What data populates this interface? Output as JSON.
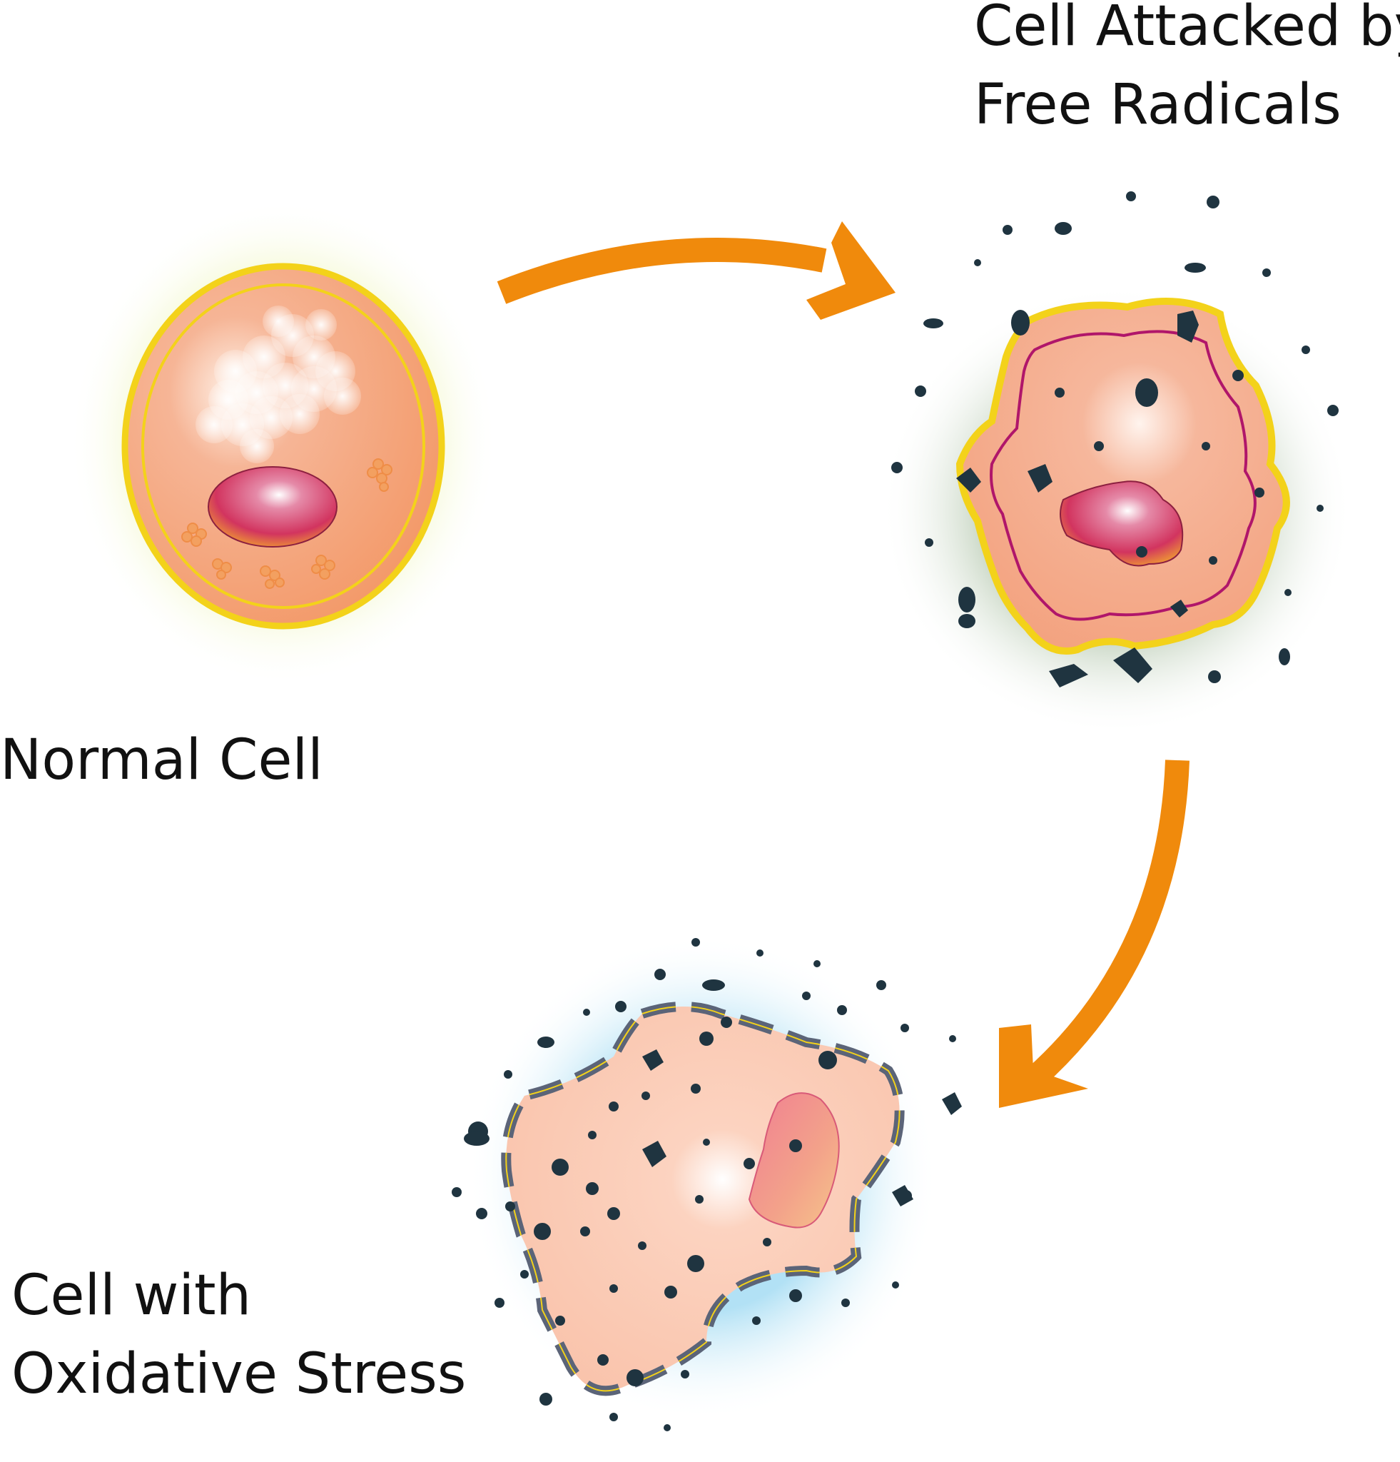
{
  "labels": {
    "normal_cell": "Normal Cell",
    "attacked_line1": "Cell Attacked by",
    "attacked_line2": "Free Radicals",
    "oxidative_line1": "Cell with",
    "oxidative_line2": "Oxidative Stress"
  },
  "colors": {
    "arrow": "#f08a0c",
    "membrane_yellow": "#f3d21a",
    "cytoplasm": "#f3a889",
    "nucleus": "#d23b66",
    "radical": "#1f3440",
    "halo_normal": "#e6f0a0",
    "halo_attacked": "#9fb7a0",
    "halo_oxidative": "#8fd3f0",
    "broken_membrane": "#5b6478",
    "inner_ring_attacked": "#b0166a"
  }
}
